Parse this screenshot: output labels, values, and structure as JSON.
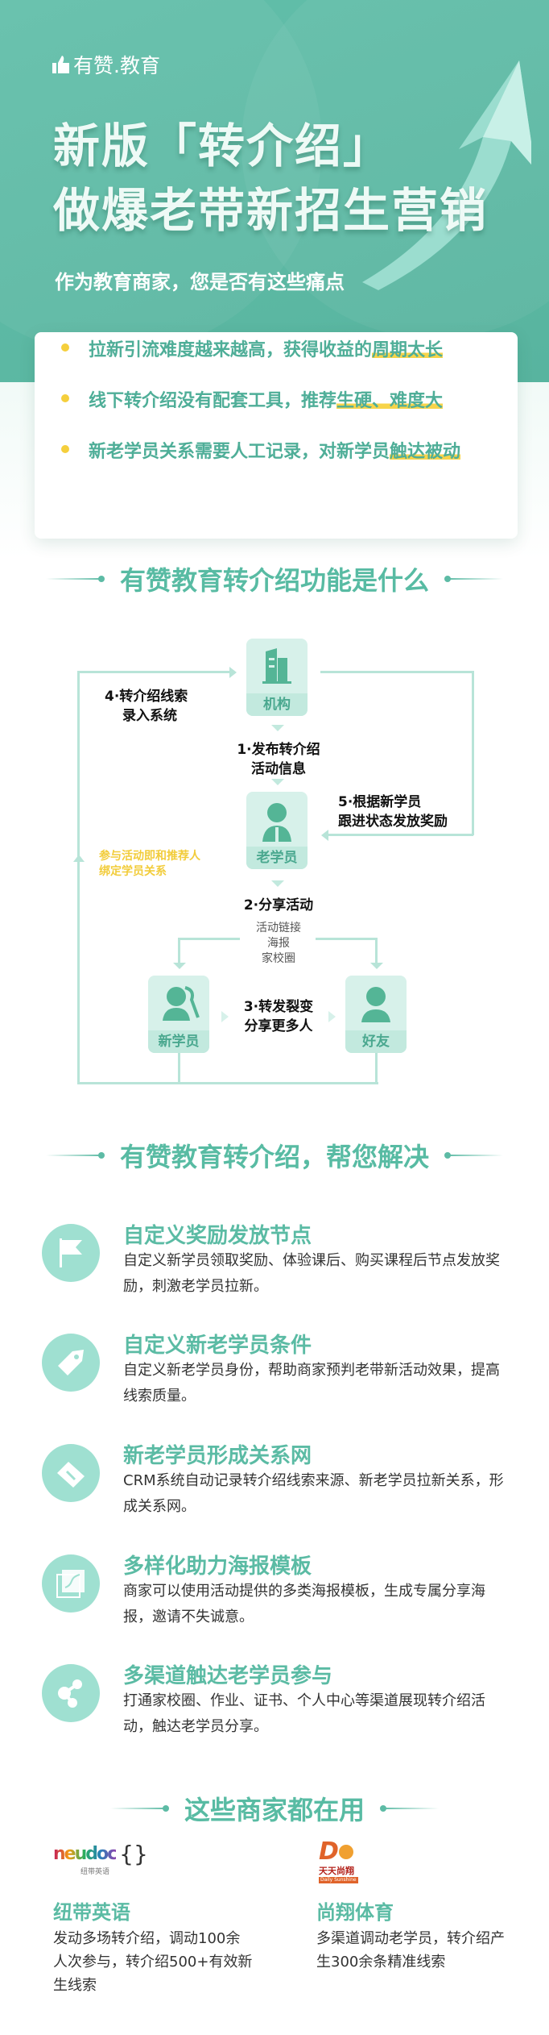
{
  "hero": {
    "logo": "有赞.教育",
    "title_line1": "新版「转介绍」",
    "title_line2": "做爆老带新招生营销",
    "subtitle": "作为教育商家，您是否有这些痛点",
    "pain_points": [
      {
        "text": "拉新引流难度越来越高，获得收益的",
        "highlight": "周期太长"
      },
      {
        "text": "线下转介绍没有配套工具，推荐",
        "highlight": "生硬、难度大"
      },
      {
        "text": "新老学员关系需要人工记录，对新学员",
        "highlight": "触达被动"
      }
    ]
  },
  "flow": {
    "title": "有赞教育转介绍功能是什么",
    "nodes": {
      "org": "机构",
      "old_student": "老学员",
      "new_student": "新学员",
      "friend": "好友"
    },
    "step1": [
      "1·发布转介绍",
      "活动信息"
    ],
    "step2": "2·分享活动",
    "step2_channels": [
      "活动链接",
      "海报",
      "家校圈"
    ],
    "step3": [
      "3·转发裂变",
      "分享更多人"
    ],
    "step4": [
      "4·转介绍线索",
      "录入系统"
    ],
    "step5": [
      "5·根据新学员",
      "跟进状态发放奖励"
    ],
    "binding_note": [
      "参与活动即和推荐人",
      "绑定学员关系"
    ]
  },
  "features": {
    "title": "有赞教育转介绍，帮您解决",
    "items": [
      {
        "icon": "flag-icon",
        "title": "自定义奖励发放节点",
        "desc": "自定义新学员领取奖励、体验课后、购买课程后节点发放奖励，刺激老学员拉新。"
      },
      {
        "icon": "tag-icon",
        "title": "自定义新老学员条件",
        "desc": "自定义新老学员身份，帮助商家预判老带新活动效果，提高线索质量。"
      },
      {
        "icon": "handshake-icon",
        "title": "新老学员形成关系网",
        "desc": "CRM系统自动记录转介绍线索来源、新老学员拉新关系，形成关系网。"
      },
      {
        "icon": "poster-icon",
        "title": "多样化助力海报模板",
        "desc": "商家可以使用活动提供的多类海报模板，生成专属分享海报，邀请不失诚意。"
      },
      {
        "icon": "share-icon",
        "title": "多渠道触达老学员参与",
        "desc": "打通家校圈、作业、证书、个人中心等渠道展现转介绍活动，触达老学员分享。"
      }
    ]
  },
  "merchants": {
    "title": "这些商家都在用",
    "items": [
      {
        "logo_text": "neudoc",
        "logo_sub": "纽带英语",
        "name": "纽带英语",
        "desc": "发动多场转介绍，调动100余人次参与，转介绍500+有效新生线索"
      },
      {
        "logo_text": "天天尚翔",
        "logo_sub": "Daily Sunshine",
        "name": "尚翔体育",
        "desc": "多渠道调动老学员，转介绍产生300余条精准线索"
      }
    ]
  },
  "colors": {
    "brand": "#5dbba5",
    "highlight": "#f7d44a"
  }
}
